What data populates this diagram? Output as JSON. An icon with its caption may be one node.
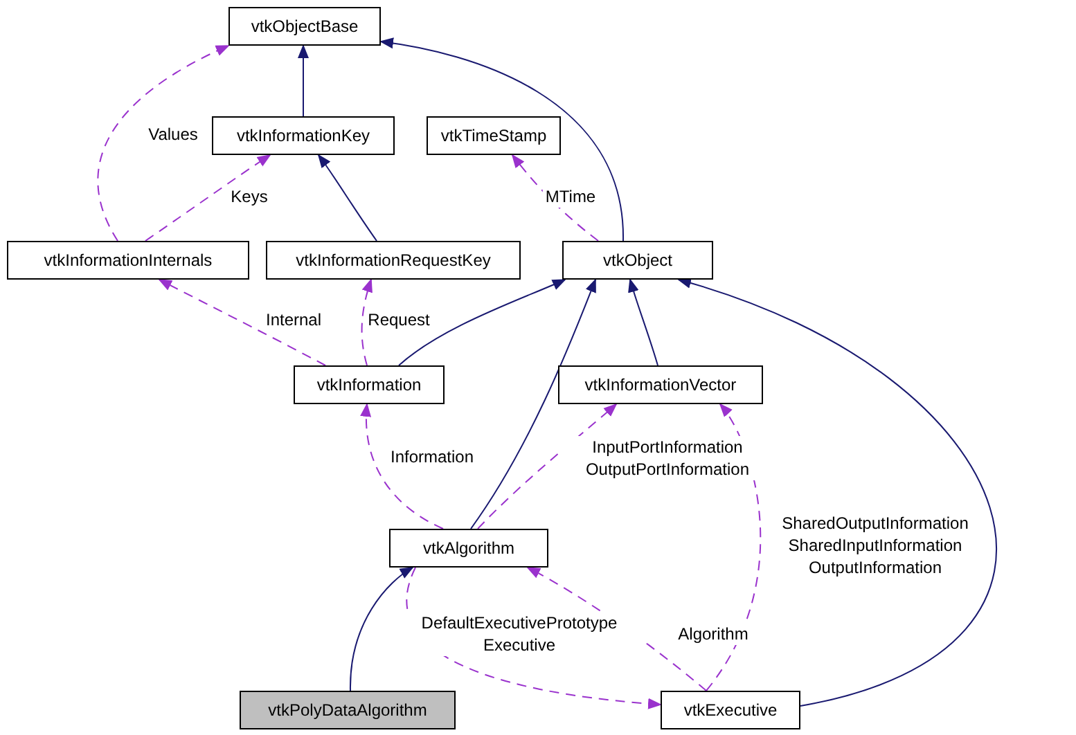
{
  "diagram": {
    "nodes": [
      {
        "text": [
          "vtkObjectBase"
        ]
      },
      {
        "text": [
          "vtkInformationKey"
        ]
      },
      {
        "text": [
          "vtkTimeStamp"
        ]
      },
      {
        "text": [
          "vtkInformationInternals"
        ]
      },
      {
        "text": [
          "vtkInformationRequestKey"
        ]
      },
      {
        "text": [
          "vtkObject"
        ]
      },
      {
        "text": [
          "vtkInformation"
        ]
      },
      {
        "text": [
          "vtkInformationVector"
        ]
      },
      {
        "text": [
          "vtkAlgorithm"
        ]
      },
      {
        "text": [
          "vtkPolyDataAlgorithm"
        ]
      },
      {
        "text": [
          "vtkExecutive"
        ]
      }
    ],
    "edges": [
      {
        "from": 1,
        "to": 0,
        "arrow": "to",
        "color": "#191970"
      },
      {
        "from": 5,
        "to": 0,
        "arrow": "to",
        "color": "#191970"
      },
      {
        "from": 3,
        "to": 0,
        "arrow": "to",
        "label": "Values",
        "style": "dashed",
        "color": "#9a32cd"
      },
      {
        "from": 4,
        "to": 1,
        "arrow": "to",
        "color": "#191970"
      },
      {
        "from": 3,
        "to": 1,
        "arrow": "to",
        "label": "Keys",
        "style": "dashed",
        "color": "#9a32cd"
      },
      {
        "from": 5,
        "to": 2,
        "arrow": "to",
        "label": "MTime",
        "style": "dashed",
        "color": "#9a32cd"
      },
      {
        "from": 6,
        "to": 3,
        "arrow": "to",
        "label": "Internal",
        "style": "dashed",
        "color": "#9a32cd"
      },
      {
        "from": 6,
        "to": 4,
        "arrow": "to",
        "label": "Request",
        "style": "dashed",
        "color": "#9a32cd"
      },
      {
        "from": 6,
        "to": 5,
        "arrow": "to",
        "color": "#191970"
      },
      {
        "from": 8,
        "to": 5,
        "arrow": "to",
        "color": "#191970"
      },
      {
        "from": 7,
        "to": 5,
        "arrow": "to",
        "color": "#191970"
      },
      {
        "from": 10,
        "to": 5,
        "arrow": "to",
        "color": "#191970"
      },
      {
        "from": 8,
        "to": 6,
        "arrow": "to",
        "label": "Information",
        "style": "dashed",
        "color": "#9a32cd"
      },
      {
        "from": 8,
        "to": 7,
        "arrow": "to",
        "label": "InputPortInformation OutputPortInformation",
        "style": "dashed",
        "color": "#9a32cd"
      },
      {
        "from": 10,
        "to": 7,
        "arrow": "to",
        "label": "SharedOutputInformation SharedInputInformation OutputInformation",
        "style": "dashed",
        "color": "#9a32cd"
      },
      {
        "from": 10,
        "to": 8,
        "arrow": "to",
        "label": "Algorithm",
        "style": "dashed",
        "color": "#9a32cd"
      },
      {
        "from": 8,
        "to": 10,
        "arrow": "to",
        "label": "DefaultExecutivePrototype Executive",
        "style": "dashed",
        "color": "#9a32cd"
      },
      {
        "from": 9,
        "to": 8,
        "arrow": "to",
        "color": "#191970"
      }
    ]
  }
}
